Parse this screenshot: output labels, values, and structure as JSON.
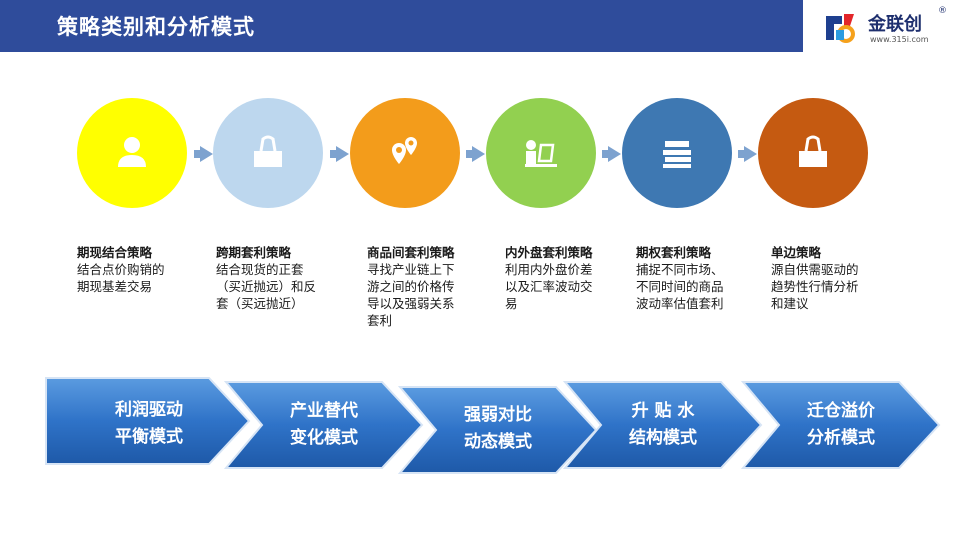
{
  "header": {
    "title": "策略类别和分析模式"
  },
  "logo": {
    "name": "金联创",
    "reg": "®",
    "url": "www.315i.com"
  },
  "steps": [
    {
      "icon": "user-icon",
      "color": "#ffff00",
      "title": "期现结合策略",
      "desc": "结合点价购销的\n期现基差交易"
    },
    {
      "icon": "binder-clip-icon",
      "color": "#bdd7ee",
      "title": "跨期套利策略",
      "desc": "结合现货的正套\n（买近抛远）和反\n套（买远抛近）"
    },
    {
      "icon": "location-pins-icon",
      "color": "#f39c1b",
      "title": "商品间套利策略",
      "desc": "寻找产业链上下\n游之间的价格传\n导以及强弱关系\n套利"
    },
    {
      "icon": "laptop-user-icon",
      "color": "#92d050",
      "title": "内外盘套利策略",
      "desc": "利用内外盘价差\n以及汇率波动交\n易"
    },
    {
      "icon": "graduation-books-icon",
      "color": "#3e78b2",
      "title": "期权套利策略",
      "desc": "捕捉不同市场、\n不同时间的商品\n波动率估值套利"
    },
    {
      "icon": "binder-clip-icon",
      "color": "#c55a11",
      "title": "单边策略",
      "desc": "源自供需驱动的\n趋势性行情分析\n和建议"
    }
  ],
  "modes": [
    {
      "label": "利润驱动\n平衡模式"
    },
    {
      "label": "产业替代\n变化模式"
    },
    {
      "label": "强弱对比\n动态模式"
    },
    {
      "label": "升 贴 水\n结构模式"
    },
    {
      "label": "迁仓溢价\n分析模式"
    }
  ]
}
